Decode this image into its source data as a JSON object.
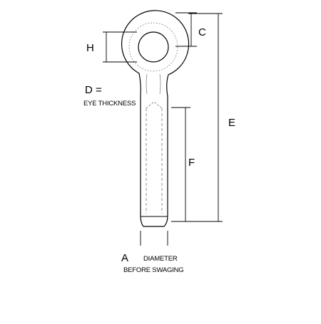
{
  "colors": {
    "line": "#000000",
    "hidden_line": "#777777",
    "background": "#ffffff"
  },
  "labels": {
    "h": "H",
    "c": "C",
    "d_label": "D =",
    "eye_thickness": "EYE THICKNESS",
    "e": "E",
    "f": "F",
    "a": "A",
    "diameter": "DIAMETER",
    "before_swaging": "BEFORE SWAGING"
  }
}
